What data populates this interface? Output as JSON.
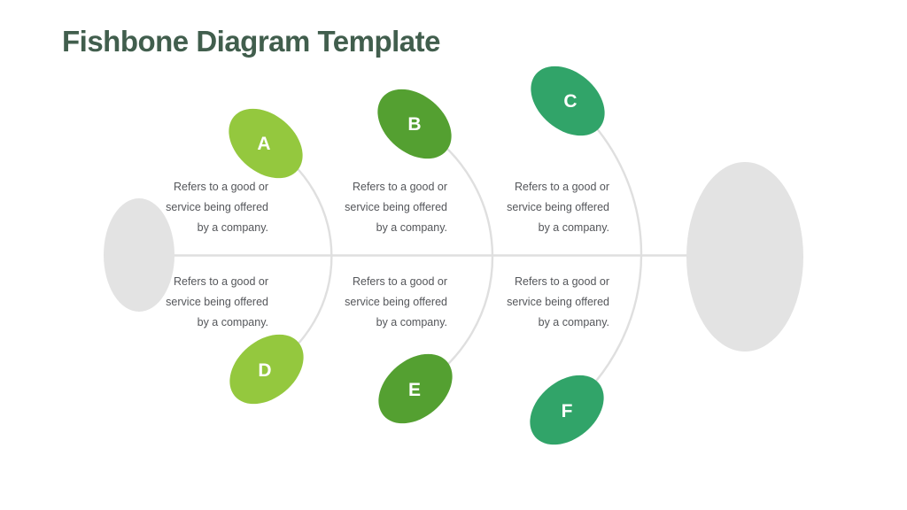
{
  "title": "Fishbone Diagram Template",
  "colors": {
    "background": "#FFFFFF",
    "title_text": "#415E4D",
    "body_text": "#54565A",
    "bone_line": "#DFDFDF",
    "head_tail_gray": "#E3E3E3",
    "green_light": "#94C83E",
    "green_mid": "#54A031",
    "green_teal": "#31A469",
    "ellipse_letter": "#FFFFFF"
  },
  "branches": [
    {
      "label": "A",
      "position": "top",
      "color": "#94C83E",
      "lines": [
        "Refers to a good or",
        "service being offered",
        "by a company."
      ]
    },
    {
      "label": "B",
      "position": "top",
      "color": "#54A031",
      "lines": [
        "Refers to a good or",
        "service being offered",
        "by a company."
      ]
    },
    {
      "label": "C",
      "position": "top",
      "color": "#31A469",
      "lines": [
        "Refers to a good or",
        "service being offered",
        "by a company."
      ]
    },
    {
      "label": "D",
      "position": "bottom",
      "color": "#94C83E",
      "lines": [
        "Refers to a good or",
        "service being offered",
        "by a company."
      ]
    },
    {
      "label": "E",
      "position": "bottom",
      "color": "#54A031",
      "lines": [
        "Refers to a good or",
        "service being offered",
        "by a company."
      ]
    },
    {
      "label": "F",
      "position": "bottom",
      "color": "#31A469",
      "lines": [
        "Refers to a good or",
        "service being offered",
        "by a company."
      ]
    }
  ]
}
